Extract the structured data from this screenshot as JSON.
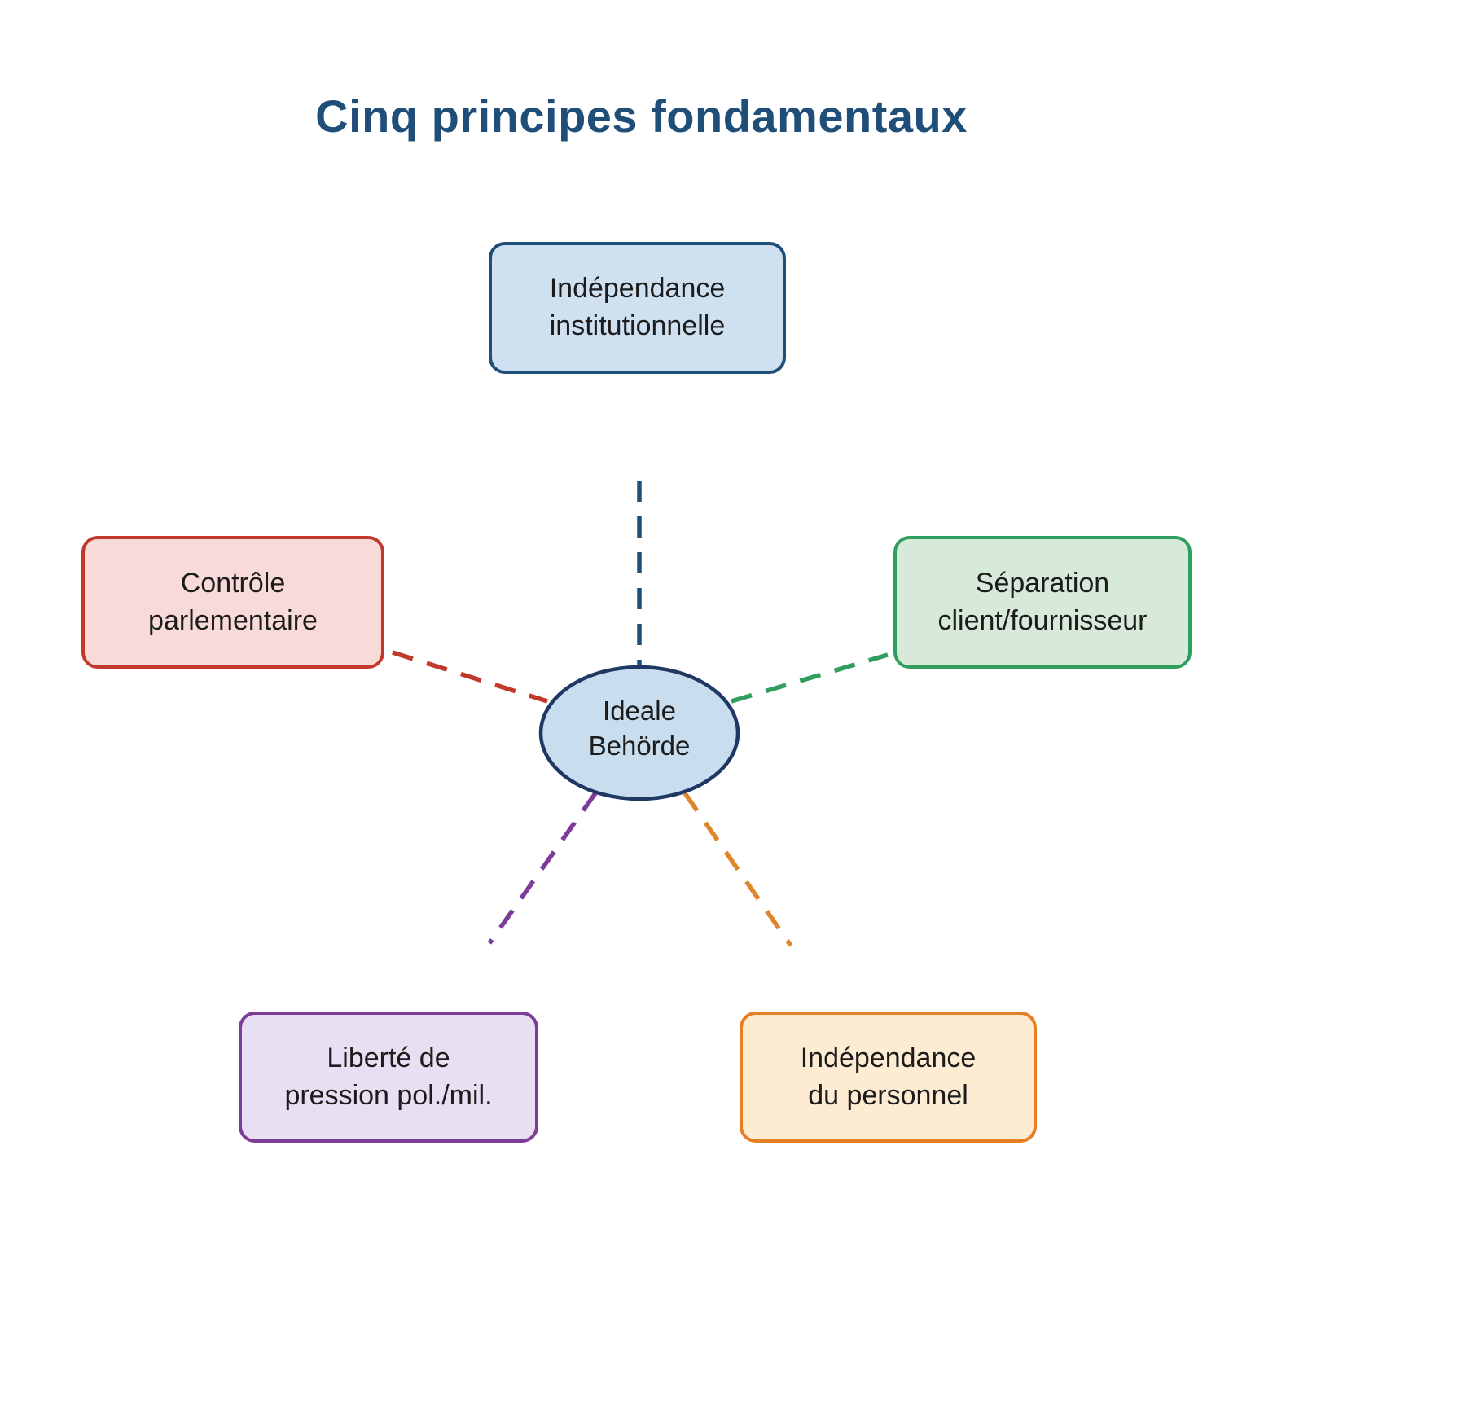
{
  "title": "Cinq principes fondamentaux",
  "colors": {
    "title": "#1f4e79"
  },
  "center": {
    "lines": [
      "Ideale",
      "Behörde"
    ],
    "fill": "#c8ddee",
    "border": "#1f3864"
  },
  "nodes": {
    "top": {
      "lines": [
        "Indépendance",
        "institutionnelle"
      ],
      "fill": "#cfe1f1",
      "border": "#1f4e79",
      "connector": "#1f4e79"
    },
    "left": {
      "lines": [
        "Contrôle",
        "parlementaire"
      ],
      "fill": "#f8dbd9",
      "border": "#c0392b",
      "connector": "#c0392b"
    },
    "right": {
      "lines": [
        "Séparation",
        "client/fournisseur"
      ],
      "fill": "#d7e9d9",
      "border": "#2f9e5f",
      "connector": "#2f9e5f"
    },
    "bottom_left": {
      "lines": [
        "Liberté de",
        "pression pol./mil."
      ],
      "fill": "#e9dff2",
      "border": "#7d3c98",
      "connector": "#7d3c98"
    },
    "bottom_right": {
      "lines": [
        "Indépendance",
        "du personnel"
      ],
      "fill": "#fdebd2",
      "border": "#e67e22",
      "connector": "#e0862a"
    }
  }
}
